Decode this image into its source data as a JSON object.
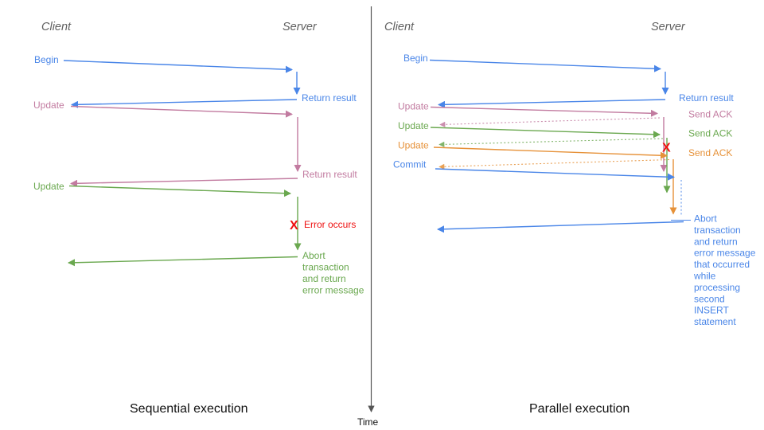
{
  "colors": {
    "blue": "#4a86e8",
    "pink": "#c27ba0",
    "green": "#6aa84f",
    "orange": "#e69138",
    "red": "#ee1111",
    "gray": "#606060",
    "axis": "#555555",
    "title": "#111111"
  },
  "time_axis": {
    "label": "Time"
  },
  "left": {
    "title": "Sequential execution",
    "client_label": "Client",
    "server_label": "Server",
    "begin": "Begin",
    "return_result_1": "Return result",
    "update_1": "Update",
    "return_result_2": "Return result",
    "update_2": "Update",
    "error_mark": "X",
    "error_label": "Error occurs",
    "abort_lines": [
      "Abort",
      "transaction",
      "and return",
      "error message"
    ]
  },
  "right": {
    "title": "Parallel execution",
    "client_label": "Client",
    "server_label": "Server",
    "begin": "Begin",
    "return_result": "Return result",
    "update_1": "Update",
    "send_ack_1": "Send ACK",
    "update_2": "Update",
    "send_ack_2": "Send ACK",
    "update_3": "Update",
    "send_ack_3": "Send ACK",
    "error_mark": "X",
    "commit": "Commit",
    "abort_lines": [
      "Abort",
      "transaction",
      "and return",
      "error message",
      "that occurred",
      "while",
      "processing",
      "second",
      "INSERT",
      "statement"
    ]
  }
}
